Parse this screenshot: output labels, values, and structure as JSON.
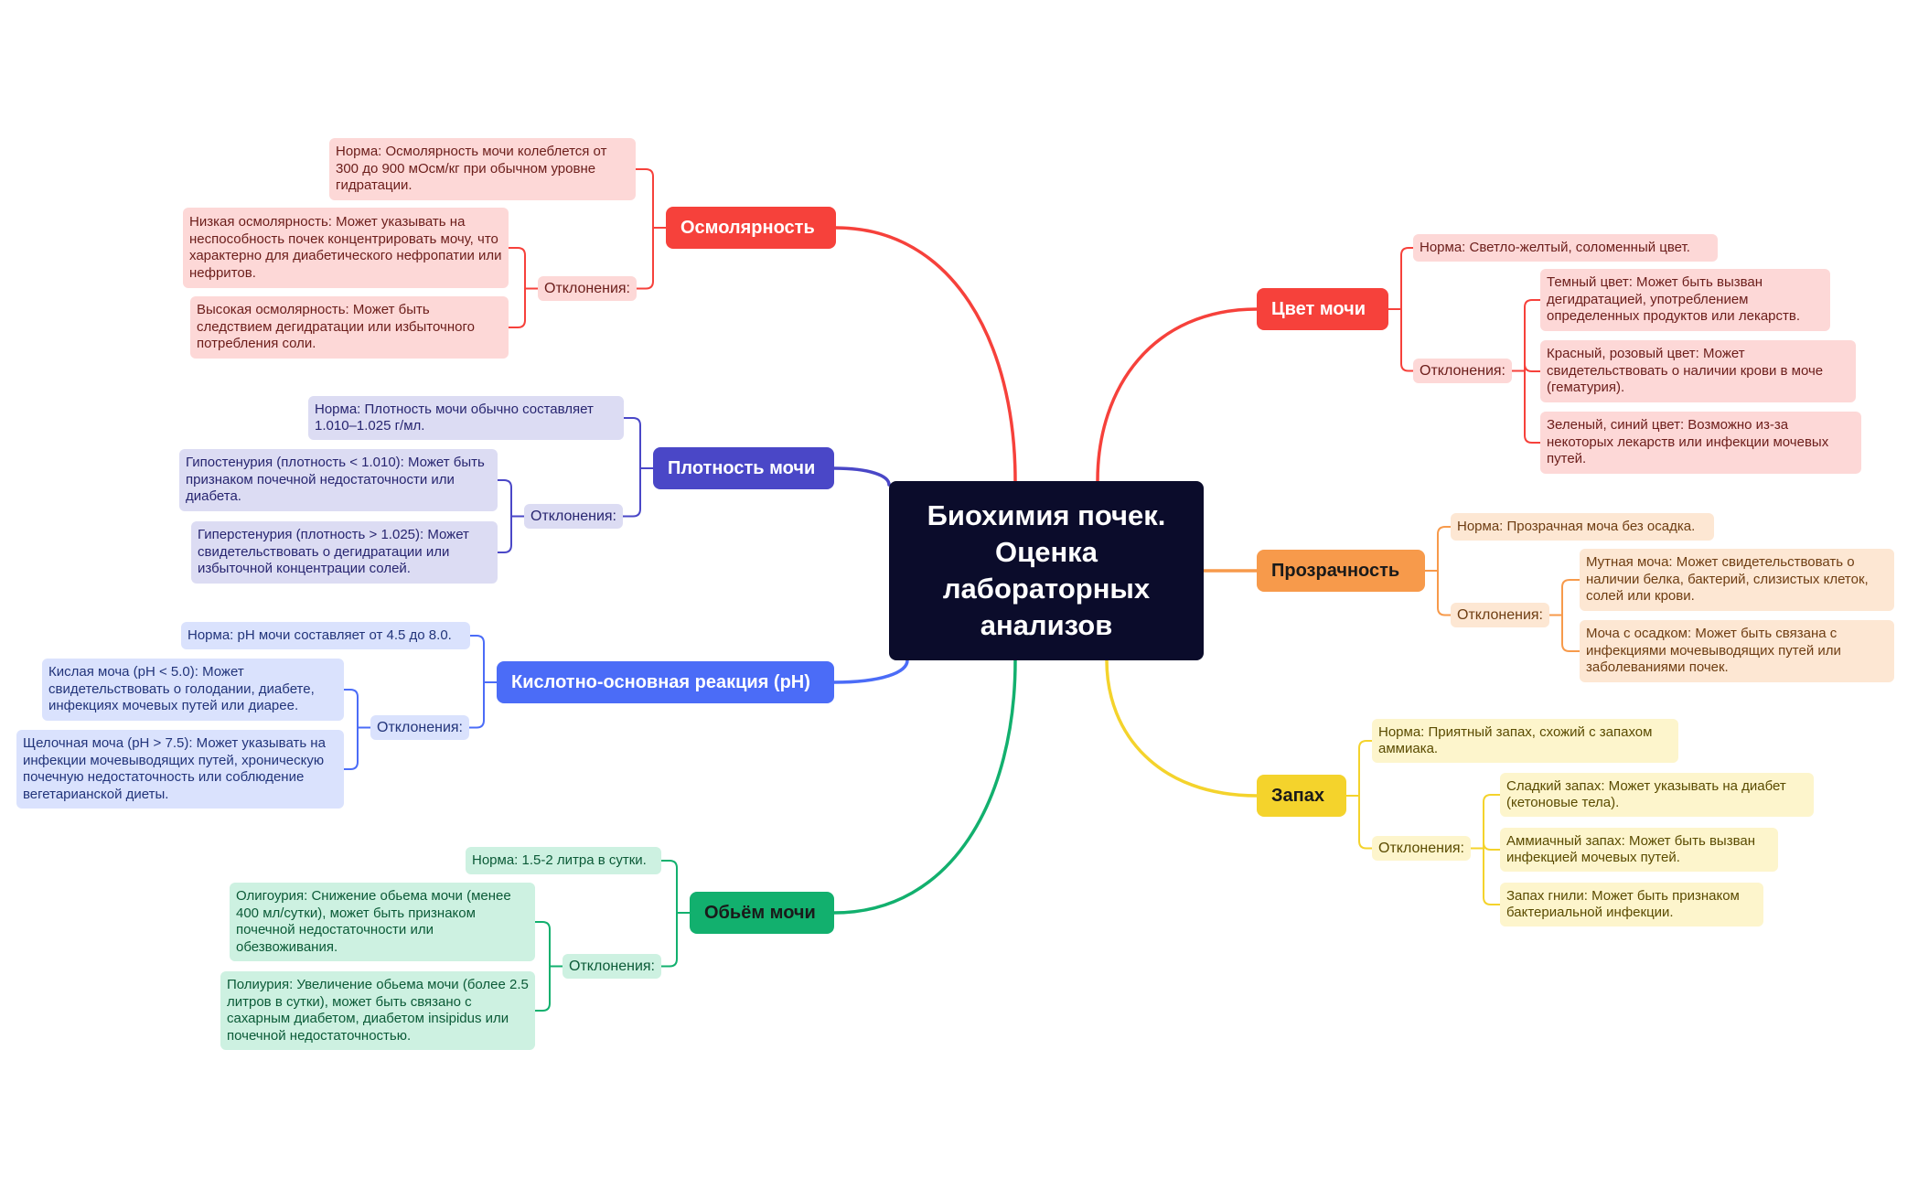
{
  "title": "Биохимия почек. Оценка лабораторных анализов",
  "deviations_label": "Отклонения:",
  "colors": {
    "center_bg": "#0b0c2b",
    "osm": "#f6413b",
    "osm_leaf": "#fdd8d7",
    "osm_text": "#6b1d1a",
    "dens": "#4a47c7",
    "dens_leaf": "#dcdcf3",
    "dens_text": "#272570",
    "ph": "#4b6cf7",
    "ph_leaf": "#dae2fd",
    "ph_text": "#22347a",
    "vol": "#12b06e",
    "vol_leaf": "#cdf1e1",
    "vol_text": "#0b5a37",
    "color": "#f6413b",
    "color_leaf": "#fdd8d7",
    "color_text": "#6b1d1a",
    "clar": "#f79a4b",
    "clar_leaf": "#fde7d3",
    "clar_text": "#6e3d12",
    "smell": "#f4d32c",
    "smell_leaf": "#fdf5cc",
    "smell_text": "#5a4b00"
  },
  "branches": {
    "osm": {
      "label": "Осмолярность",
      "norm": "Норма: Осмолярность мочи колеблется от 300 до 900 мОсм/кг при обычном уровне гидратации.",
      "dev1": "Низкая осмолярность: Может указывать на неспособность почек концентрировать мочу, что характерно для диабетического нефропатии или нефритов.",
      "dev2": "Высокая осмолярность: Может быть следствием дегидратации или избыточного потребления соли."
    },
    "dens": {
      "label": "Плотность мочи",
      "norm": "Норма: Плотность мочи обычно составляет 1.010–1.025 г/мл.",
      "dev1": "Гипостенурия (плотность < 1.010): Может быть признаком почечной недостаточности или диабета.",
      "dev2": "Гиперстенурия (плотность > 1.025): Может свидетельствовать о дегидратации или избыточной концентрации солей."
    },
    "ph": {
      "label": "Кислотно-основная реакция (pH)",
      "norm": "Норма: pH мочи составляет от 4.5 до 8.0.",
      "dev1": "Кислая моча (pH < 5.0): Может свидетельствовать о голодании, диабете, инфекциях мочевых путей или диарее.",
      "dev2": "Щелочная моча (pH > 7.5): Может указывать на инфекции мочевыводящих путей, хроническую почечную недостаточность или соблюдение вегетарианской диеты."
    },
    "vol": {
      "label": "Обьём мочи",
      "norm": "Норма: 1.5-2 литра в сутки.",
      "dev1": "Олигоурия: Снижение обьема мочи (менее 400 мл/сутки), может быть признаком почечной недостаточности или обезвоживания.",
      "dev2": "Полиурия: Увеличение обьема мочи (более 2.5 литров в сутки), может быть связано с сахарным диабетом, диабетом insipidus или почечной недостаточностью."
    },
    "color": {
      "label": "Цвет мочи",
      "norm": "Норма: Светло-желтый, соломенный цвет.",
      "dev1": "Темный цвет: Может быть вызван дегидратацией, употреблением определенных продуктов или лекарств.",
      "dev2": "Красный, розовый цвет: Может свидетельствовать о наличии крови в моче (гематурия).",
      "dev3": "Зеленый, синий цвет: Возможно из-за некоторых лекарств или инфекции мочевых путей."
    },
    "clar": {
      "label": "Прозрачность",
      "norm": "Норма: Прозрачная моча без осадка.",
      "dev1": "Мутная моча: Может свидетельствовать о наличии белка, бактерий, слизистых клеток, солей или крови.",
      "dev2": "Моча с осадком: Может быть связана с инфекциями мочевыводящих путей или заболеваниями почек."
    },
    "smell": {
      "label": "Запах",
      "norm": "Норма: Приятный запах, схожий с запахом аммиака.",
      "dev1": "Сладкий запах: Может указывать на диабет (кетоновые тела).",
      "dev2": "Аммиачный запах: Может быть вызван инфекцией мочевых путей.",
      "dev3": "Запах гнили: Может быть признаком бактериальной инфекции."
    }
  }
}
